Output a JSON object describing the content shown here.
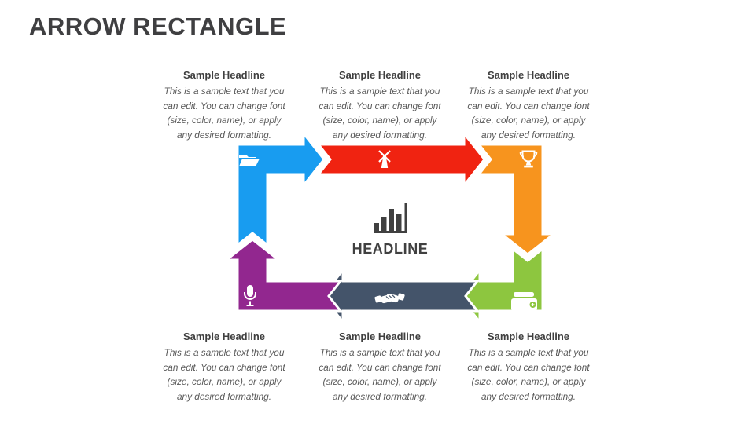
{
  "slide": {
    "title": "ARROW RECTANGLE"
  },
  "center": {
    "headline": "HEADLINE",
    "icon": "bar-chart",
    "text_color": "#404040"
  },
  "arrows": [
    {
      "name": "blue-arrow",
      "color": "#189CF0",
      "icon": "open-folder"
    },
    {
      "name": "red-arrow",
      "color": "#F02311",
      "icon": "windmill"
    },
    {
      "name": "orange-arrow",
      "color": "#F7941E",
      "icon": "trophy"
    },
    {
      "name": "green-arrow",
      "color": "#8DC63F",
      "icon": "wallet"
    },
    {
      "name": "slate-arrow",
      "color": "#44546A",
      "icon": "handshake"
    },
    {
      "name": "purple-arrow",
      "color": "#92278F",
      "icon": "microphone"
    }
  ],
  "text_colors": {
    "heading": "#404040",
    "body": "#595959"
  },
  "blocks": [
    {
      "position": "top-left",
      "title": "Sample Headline",
      "lines": [
        "This is a sample text that you",
        "can edit. You can change font",
        "(size, color, name), or apply",
        "any desired formatting."
      ]
    },
    {
      "position": "top-center",
      "title": "Sample Headline",
      "lines": [
        "This is a sample text that you",
        "can edit. You can change font",
        "(size, color, name), or apply",
        "any desired formatting."
      ]
    },
    {
      "position": "top-right",
      "title": "Sample Headline",
      "lines": [
        "This is a sample text that you",
        "can edit. You can change font",
        "(size, color, name), or apply",
        "any desired formatting."
      ]
    },
    {
      "position": "bottom-left",
      "title": "Sample Headline",
      "lines": [
        "This is a sample text that you",
        "can edit. You can change font",
        "(size, color, name), or apply",
        "any desired formatting."
      ]
    },
    {
      "position": "bottom-center",
      "title": "Sample Headline",
      "lines": [
        "This is a sample text that you",
        "can edit. You can change font",
        "(size, color, name), or apply",
        "any desired formatting."
      ]
    },
    {
      "position": "bottom-right",
      "title": "Sample Headline",
      "lines": [
        "This is a sample text that you",
        "can edit. You can change font",
        "(size, color, name), or apply",
        "any desired formatting."
      ]
    }
  ]
}
